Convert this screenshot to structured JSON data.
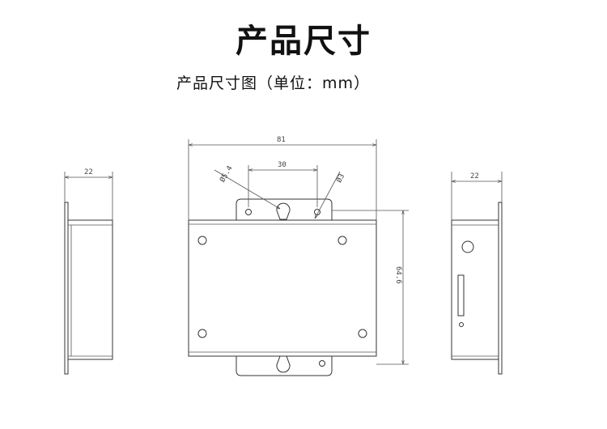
{
  "header": {
    "title": "产品尺寸",
    "subtitle": "产品尺寸图（单位：mm）"
  },
  "dimensions": {
    "left_side_width": "22",
    "front_width": "81",
    "hole_spacing": "30",
    "big_hole_dia": "Ø5.4",
    "small_hole_dia": "Ø3",
    "front_height": "64.6",
    "right_side_width": "22"
  },
  "colors": {
    "line": "#333333",
    "text": "#111111"
  }
}
